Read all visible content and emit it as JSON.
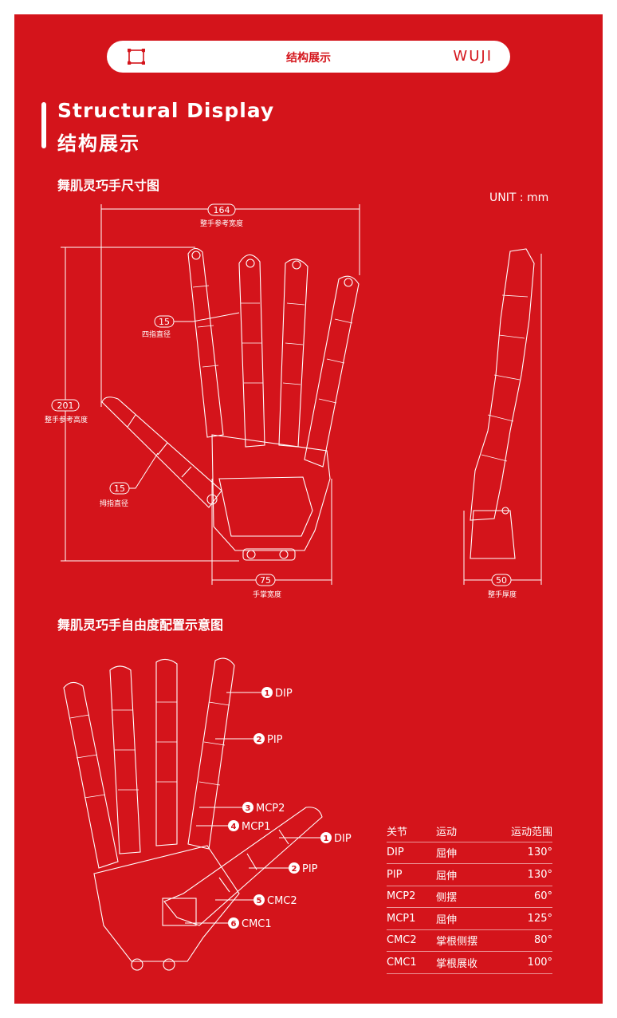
{
  "header": {
    "title": "结构展示",
    "brand": "WUJI"
  },
  "heading": {
    "en": "Structural Display",
    "zh": "结构展示"
  },
  "size_section": {
    "title": "舞肌灵巧手尺寸图",
    "unit": "UNIT : mm",
    "dims": {
      "total_width": {
        "value": "164",
        "label": "整手参考宽度"
      },
      "total_height": {
        "value": "201",
        "label": "整手参考高度"
      },
      "finger_dia": {
        "value": "15",
        "label": "四指直径"
      },
      "thumb_dia": {
        "value": "15",
        "label": "拇指直径"
      },
      "palm_width": {
        "value": "75",
        "label": "手掌宽度"
      },
      "thickness": {
        "value": "50",
        "label": "整手厚度"
      }
    }
  },
  "dof_section": {
    "title": "舞肌灵巧手自由度配置示意图",
    "finger_labels": [
      {
        "num": "1",
        "text": "DIP"
      },
      {
        "num": "2",
        "text": "PIP"
      },
      {
        "num": "3",
        "text": "MCP2"
      },
      {
        "num": "4",
        "text": "MCP1"
      }
    ],
    "thumb_labels": [
      {
        "num": "1",
        "text": "DIP"
      },
      {
        "num": "2",
        "text": "PIP"
      },
      {
        "num": "5",
        "text": "CMC2"
      },
      {
        "num": "6",
        "text": "CMC1"
      }
    ]
  },
  "joint_table": {
    "headers": [
      "关节",
      "运动",
      "运动范围"
    ],
    "rows": [
      [
        "DIP",
        "屈伸",
        "130°"
      ],
      [
        "PIP",
        "屈伸",
        "130°"
      ],
      [
        "MCP2",
        "侧摆",
        "60°"
      ],
      [
        "MCP1",
        "屈伸",
        "125°"
      ],
      [
        "CMC2",
        "掌根侧摆",
        "80°"
      ],
      [
        "CMC1",
        "掌根展收",
        "100°"
      ]
    ]
  },
  "colors": {
    "brand_red": "#d4141b",
    "line": "#ffffff"
  },
  "icons": [
    "grid-logo-icon"
  ]
}
